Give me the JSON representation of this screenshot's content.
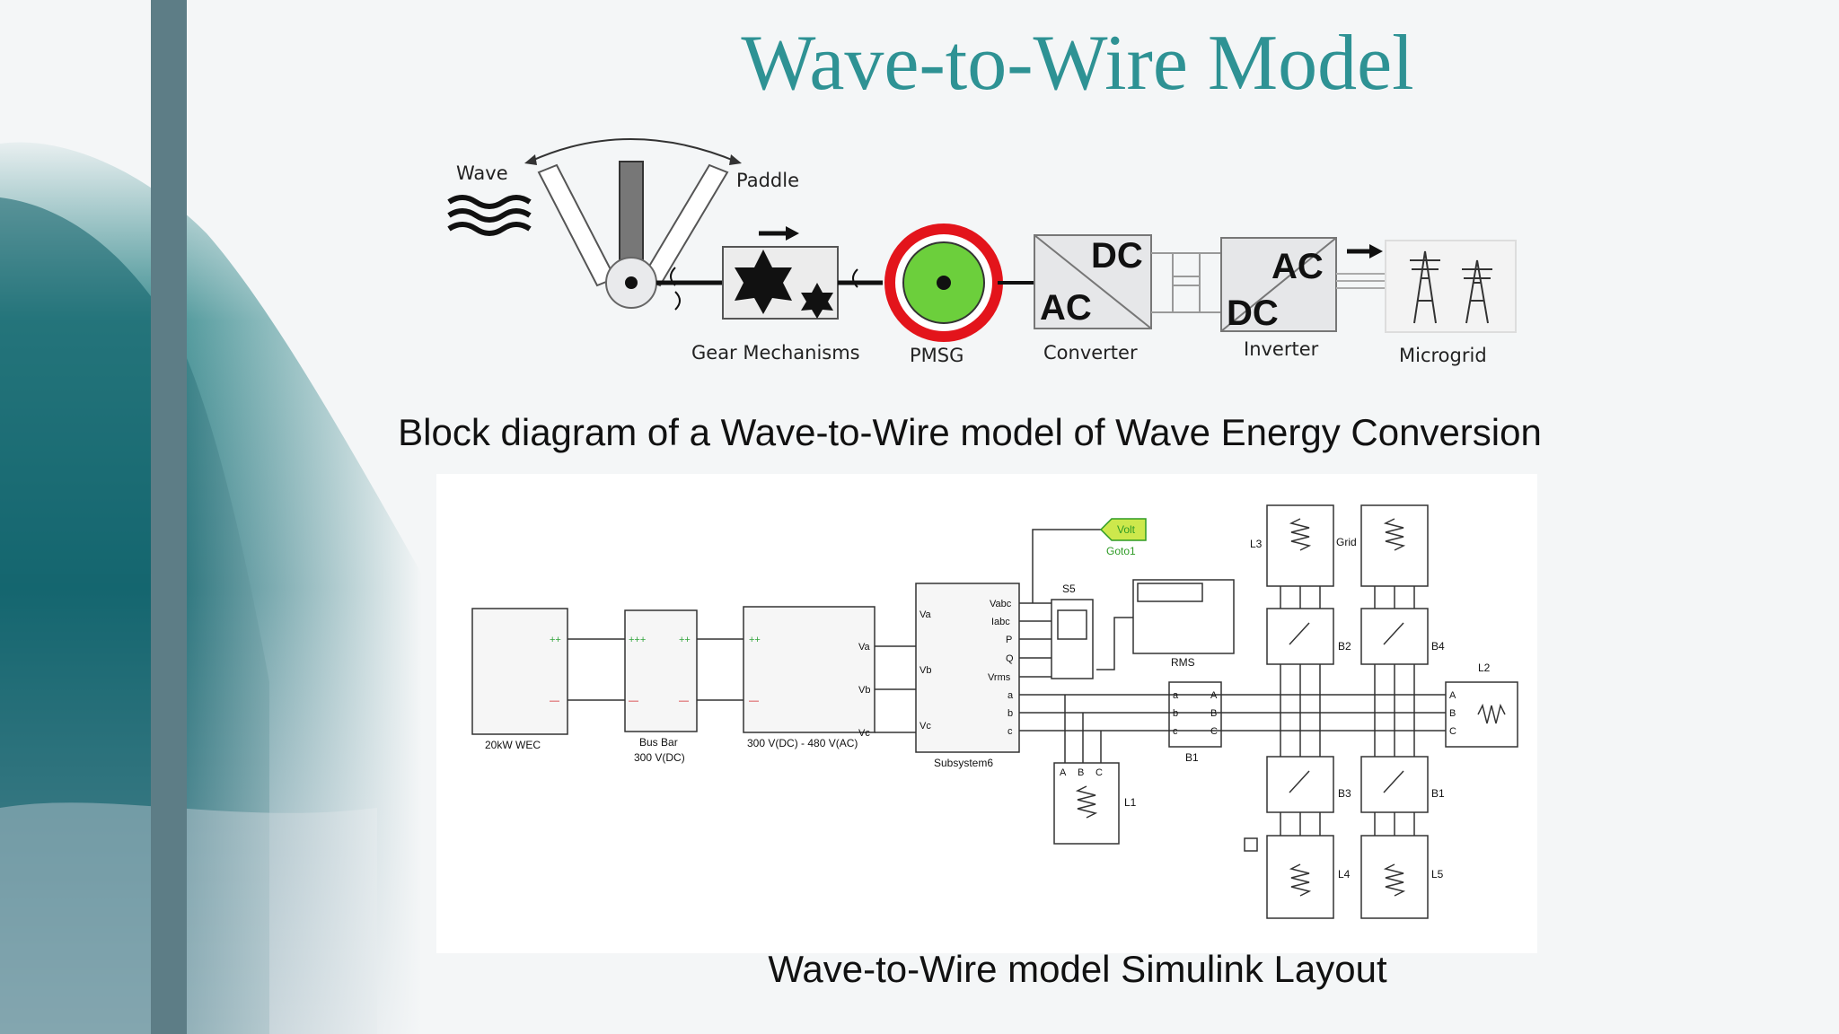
{
  "title": "Wave-to-Wire Model",
  "block_diagram": {
    "labels": {
      "wave": "Wave",
      "paddle": "Paddle",
      "gear": "Gear Mechanisms",
      "pmsg": "PMSG",
      "converter": "Converter",
      "inverter": "Inverter",
      "microgrid": "Microgrid"
    },
    "converter_top": "DC",
    "converter_bottom": "AC",
    "inverter_top": "AC",
    "inverter_bottom": "DC",
    "caption": "Block diagram of a Wave-to-Wire model of Wave Energy Conversion"
  },
  "simulink": {
    "caption": "Wave-to-Wire model Simulink Layout",
    "blocks": {
      "wec": "20kW WEC",
      "busbar_line1": "Bus Bar",
      "busbar_line2": "300 V(DC)",
      "inverter_block": "300 V(DC) - 480 V(AC)",
      "subsystem": "Subsystem6",
      "scope": "S5",
      "rms": "RMS",
      "goto_tag": "Volt",
      "goto_name": "Goto1",
      "breaker_b1": "B1",
      "breaker_b1_right": "B1",
      "breaker_b2": "B2",
      "breaker_b3": "B3",
      "breaker_b4": "B4",
      "load_l1": "L1",
      "load_l2": "L2",
      "load_l3": "L3",
      "load_l4": "L4",
      "load_l5": "L5",
      "grid": "Grid"
    },
    "port_labels": {
      "va": "Va",
      "vb": "Vb",
      "vc": "Vc",
      "vabc": "Vabc",
      "iabc": "Iabc",
      "p": "P",
      "q": "Q",
      "vrms": "Vrms",
      "a": "a",
      "b": "b",
      "c": "c",
      "A": "A",
      "B": "B",
      "C": "C",
      "plus": "++",
      "plus3": "+++",
      "minus": "—"
    }
  },
  "colors": {
    "title": "#2e9294",
    "pmsg_ring": "#e3141b",
    "pmsg_core": "#6ccf3c",
    "goto_fill": "#cde84c",
    "goto_text": "#2e9b25"
  }
}
